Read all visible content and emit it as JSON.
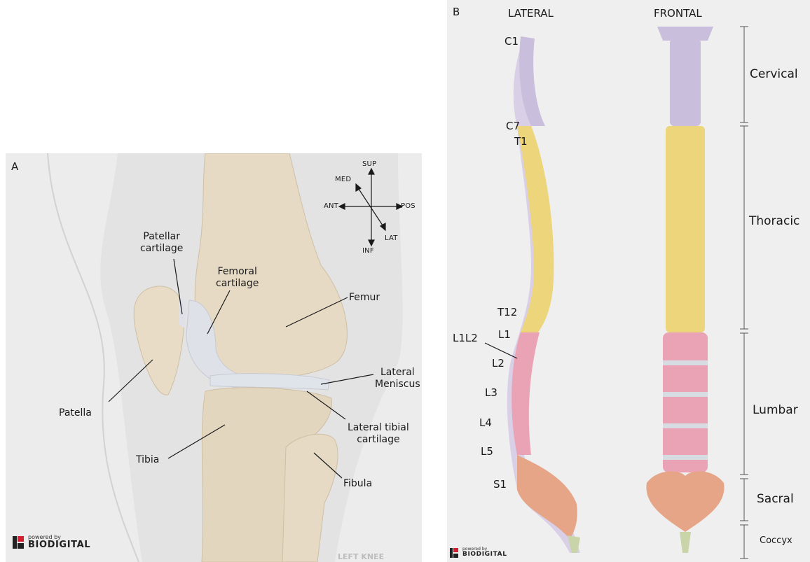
{
  "panel_a": {
    "letter": "A",
    "compass": {
      "sup": "SUP",
      "med": "MED",
      "ant": "ANT",
      "pos": "POS",
      "lat": "LAT",
      "inf": "INF"
    },
    "labels": {
      "patellar_cartilage": "Patellar\ncartilage",
      "femoral_cartilage": "Femoral\ncartilage",
      "femur": "Femur",
      "lateral_meniscus": "Lateral\nMeniscus",
      "patella": "Patella",
      "lateral_tibial_cartilage": "Lateral tibial\ncartilage",
      "tibia": "Tibia",
      "fibula": "Fibula"
    },
    "logo": {
      "small": "powered by",
      "big": "BIODIGITAL"
    },
    "view_caption": "LEFT KNEE"
  },
  "panel_b": {
    "letter": "B",
    "view_lateral": "LATERAL",
    "view_frontal": "FRONTAL",
    "vertebra_labels": {
      "c1": "C1",
      "c7": "C7",
      "t1": "T1",
      "t12": "T12",
      "l1l2": "L1L2",
      "l1": "L1",
      "l2": "L2",
      "l3": "L3",
      "l4": "L4",
      "l5": "L5",
      "s1": "S1"
    },
    "regions": {
      "cervical": "Cervical",
      "thoracic": "Thoracic",
      "lumbar": "Lumbar",
      "sacral": "Sacral",
      "coccyx": "Coccyx"
    },
    "logo": {
      "small": "powered by",
      "big": "BIODIGITAL"
    }
  },
  "colors": {
    "cervical": "#c9bedb",
    "thoracic": "#ecd57a",
    "lumbar": "#eaa3b5",
    "sacral": "#e5a586",
    "coccyx": "#c9d4a8",
    "disc": "#d7dbe2",
    "bone": "#e4d8c2",
    "logo_red": "#d2202e",
    "logo_black": "#222222"
  }
}
